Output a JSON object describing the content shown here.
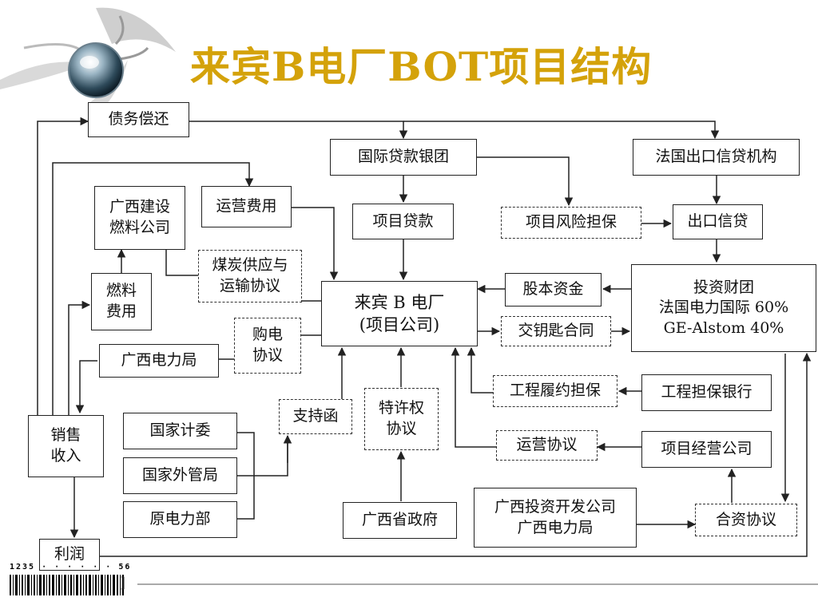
{
  "slide": {
    "title": "来宾B电厂BOT项目结构"
  },
  "nodes": {
    "debt_repay": "债务偿还",
    "intl_loan_bank": "国际贷款银团",
    "french_export_credit_agency": "法国出口信贷机构",
    "gx_construction_fuel": "广西建设\n燃料公司",
    "operating_cost": "运营费用",
    "project_loan": "项目贷款",
    "project_risk_guarantee": "项目风险担保",
    "export_credit": "出口信贷",
    "coal_supply_agreement": "煤炭供应与\n运输协议",
    "fuel_cost": "燃料\n费用",
    "laibin_plant": "来宾 B 电厂\n(项目公司)",
    "equity_capital": "股本资金",
    "investor_consortium": "投资财团\n法国电力国际 60%\nGE-Alstom 40%",
    "power_purchase_agreement": "购电\n协议",
    "turnkey_contract": "交钥匙合同",
    "gx_power_bureau": "广西电力局",
    "performance_guarantee": "工程履约担保",
    "guarantee_bank": "工程担保银行",
    "support_letter": "支持函",
    "concession_agreement": "特许权\n协议",
    "sales_revenue": "销售\n收入",
    "state_planning_commission": "国家计委",
    "operation_agreement": "运营协议",
    "operating_company": "项目经营公司",
    "state_forex_admin": "国家外管局",
    "gx_investment_and_power": "广西投资开发公司\n广西电力局",
    "former_power_ministry": "原电力部",
    "gx_government": "广西省政府",
    "jv_agreement": "合资协议",
    "profit": "利润"
  },
  "footer": {
    "barcode_digits": "1235 · · · · · · 56",
    "bracket": "]"
  },
  "colors": {
    "title": "#d4a20a",
    "line": "#222222",
    "box_border": "#222222"
  }
}
